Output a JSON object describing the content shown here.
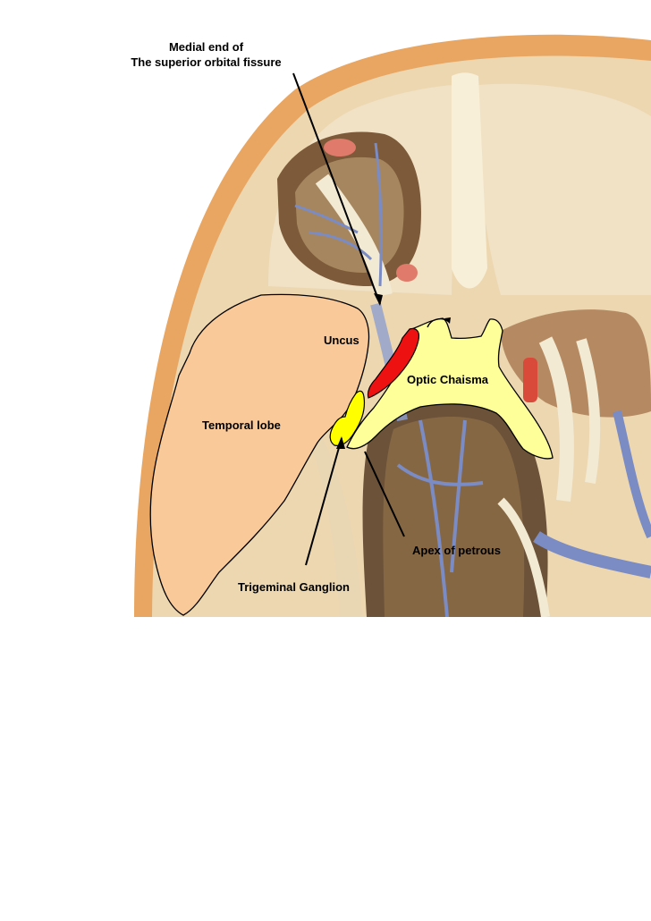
{
  "labels": {
    "fissure_line1": "Medial end of",
    "fissure_line2": "The superior orbital fissure",
    "uncus": "Uncus",
    "optic_chiasma": "Optic Chaisma",
    "temporal_lobe": "Temporal lobe",
    "apex_petrous": "Apex of  petrous",
    "trigeminal_ganglion": "Trigeminal Ganglion"
  },
  "colors": {
    "temporal_lobe_fill": "#f9c99a",
    "optic_chiasma_fill": "#ffff99",
    "trigeminal_fill": "#ffff00",
    "red_structure_fill": "#ee1111",
    "bone_cream": "#f0e4c8",
    "skull_rim": "#e8a662",
    "vessel_blue": "#7b8cc4"
  }
}
